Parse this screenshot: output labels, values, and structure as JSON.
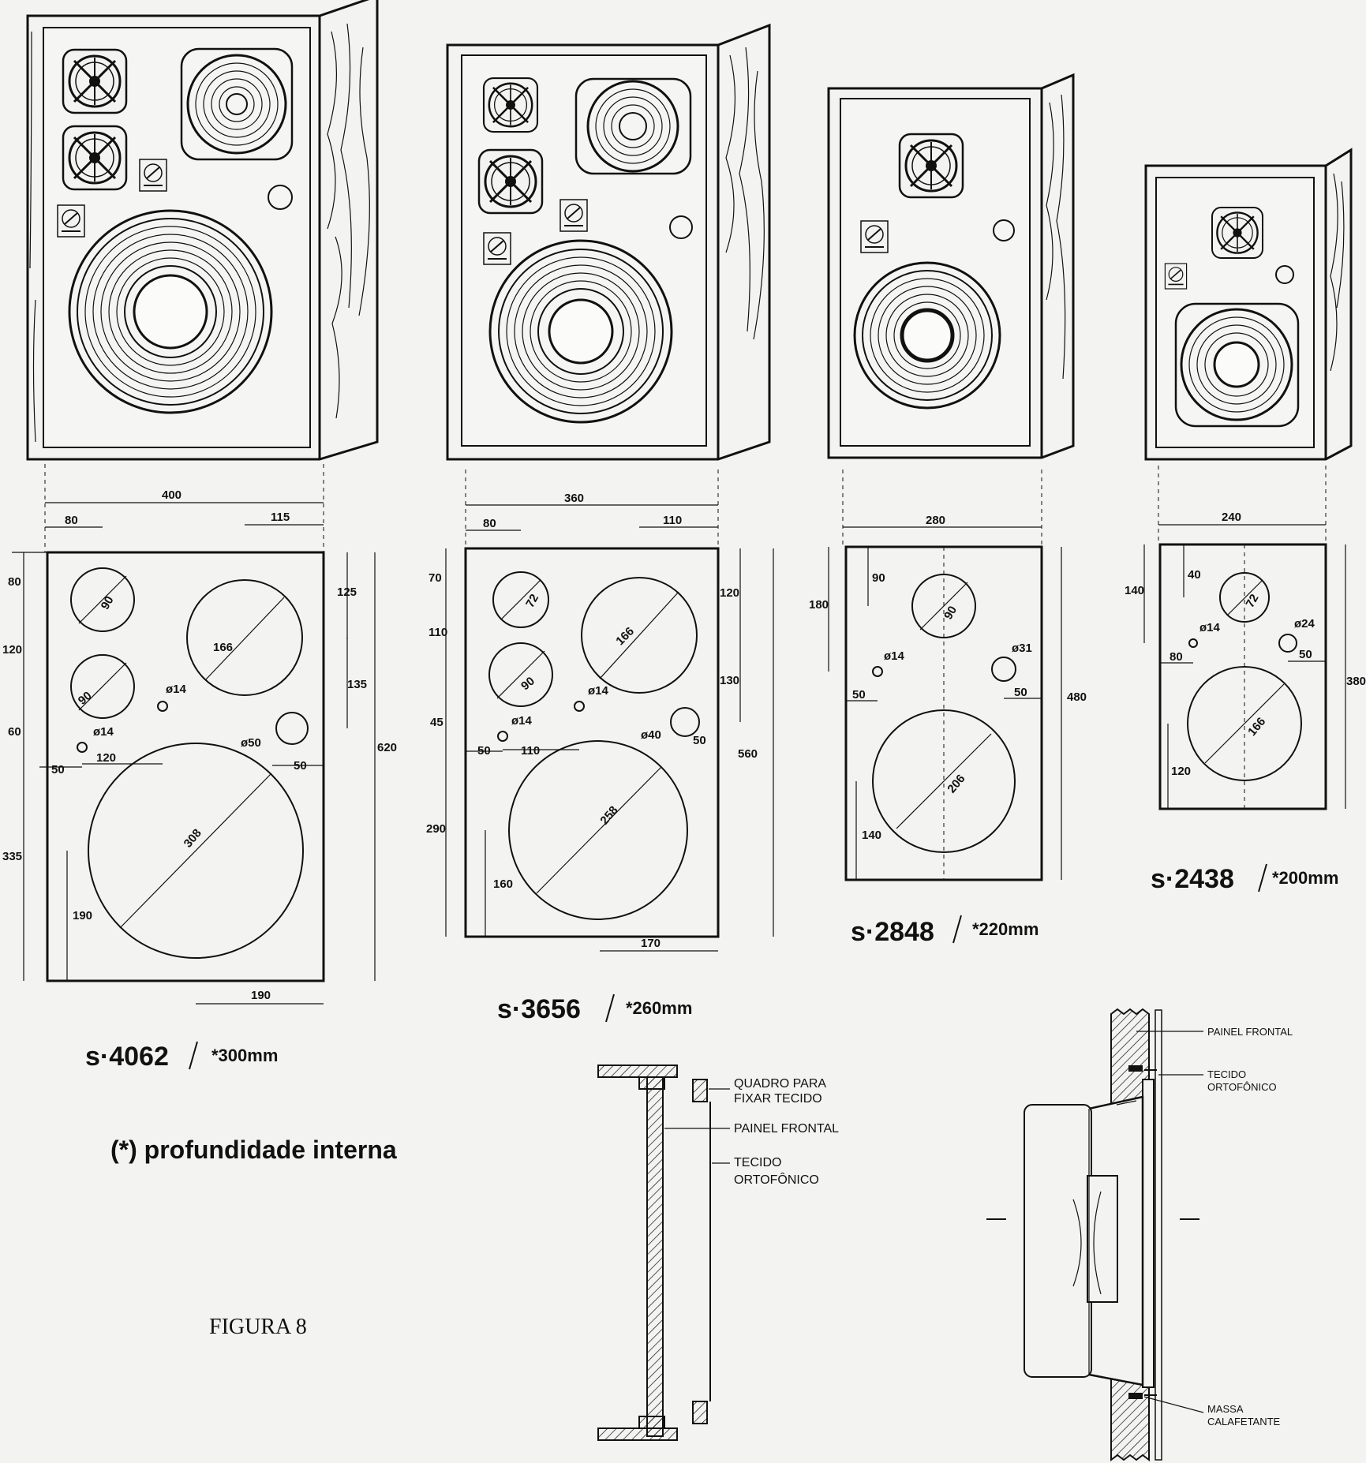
{
  "note": "(*) profundidade interna",
  "figure_label": "FIGURA 8",
  "models": [
    {
      "name": "s·4062",
      "depth": "*300mm",
      "dims": {
        "width": "400",
        "left80": "80",
        "right115": "115",
        "h80": "80",
        "h120": "120",
        "h60": "60",
        "h335": "335",
        "h190": "190",
        "w190": "190",
        "r125": "125",
        "r135": "135",
        "h620": "620",
        "t90a": "90",
        "t90b": "90",
        "mid166": "166",
        "woof308": "308",
        "p14a": "ø14",
        "p14b": "ø14",
        "port50": "ø50",
        "x50": "50",
        "x120": "120",
        "x50b": "50"
      }
    },
    {
      "name": "s·3656",
      "depth": "*260mm",
      "dims": {
        "width": "360",
        "left80": "80",
        "right110": "110",
        "h70": "70",
        "h110": "110",
        "h45": "45",
        "h290": "290",
        "h160": "160",
        "w170": "170",
        "r120": "120",
        "r130": "130",
        "h560": "560",
        "t72": "72",
        "t90": "90",
        "mid166": "166",
        "woof258": "258",
        "p14a": "ø14",
        "p14b": "ø14",
        "port40": "ø40",
        "x50": "50",
        "x110": "110",
        "x50b": "50"
      }
    },
    {
      "name": "s·2848",
      "depth": "*220mm",
      "dims": {
        "width": "280",
        "h180": "180",
        "h90": "90",
        "t90": "90",
        "p14": "ø14",
        "port31": "ø31",
        "x50": "50",
        "x50b": "50",
        "h480": "480",
        "woof206": "206",
        "h140": "140"
      }
    },
    {
      "name": "s·2438",
      "depth": "*200mm",
      "dims": {
        "width": "240",
        "h140": "140",
        "h80": "80",
        "t72": "72",
        "p14": "ø14",
        "port24": "ø24",
        "x40": "40",
        "x50": "50",
        "h380": "380",
        "woof166": "166",
        "h120": "120"
      }
    }
  ],
  "section_left": {
    "quadro": [
      "QUADRO PARA",
      "FIXAR TECIDO"
    ],
    "painel": "PAINEL FRONTAL",
    "tecido": [
      "TECIDO",
      "ORTOFÔNICO"
    ]
  },
  "section_right": {
    "painel": "PAINEL FRONTAL",
    "tecido": [
      "TECIDO",
      "ORTOFÔNICO"
    ],
    "massa": [
      "MASSA",
      "CALAFETANTE"
    ]
  }
}
